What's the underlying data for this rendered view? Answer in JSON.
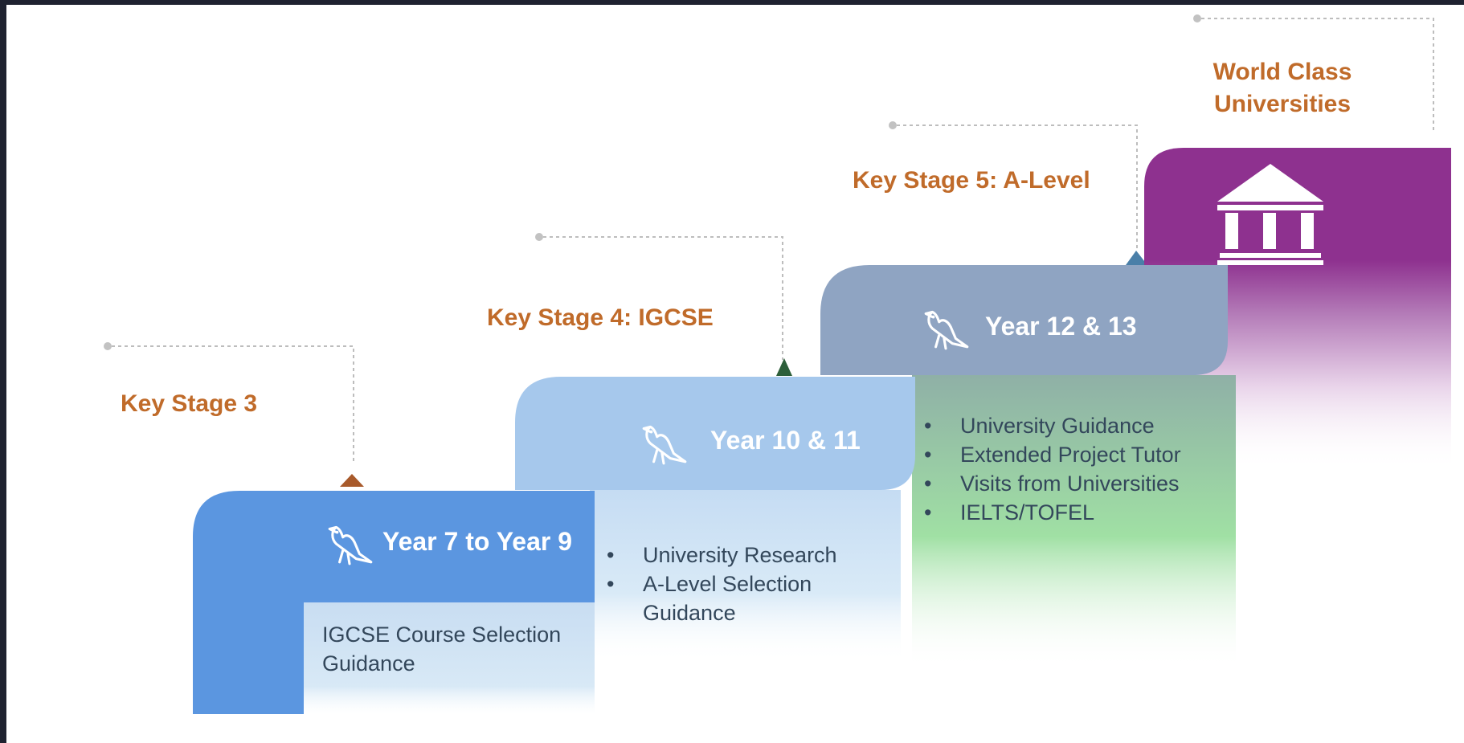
{
  "stages": [
    {
      "label": "Key Stage 3",
      "year": "Year 7 to Year 9",
      "items": [
        "IGCSE Course Selection Guidance"
      ],
      "color": "#5b96e0"
    },
    {
      "label": "Key Stage 4: IGCSE",
      "year": "Year 10 & 11",
      "items": [
        "University Research",
        "A-Level Selection Guidance"
      ],
      "color": "#a6c8ec"
    },
    {
      "label": "Key Stage 5: A-Level",
      "year": "Year 12 & 13",
      "items": [
        "University Guidance",
        "Extended Project Tutor",
        "Visits from Universities",
        "IELTS/TOFEL"
      ],
      "color": "#8fa4c2"
    }
  ],
  "destination": {
    "label_line1": "World Class",
    "label_line2": "Universities",
    "icon": "university-building-icon",
    "color": "#8e318f"
  },
  "icons": {
    "year_icon": "bird-icon"
  },
  "colors": {
    "label_text": "#c06b2a",
    "green_panel": "#9fdca3",
    "marker_ks3": "#a85a2b",
    "marker_ks4": "#2d5f3a",
    "marker_ks5": "#4a7fa8"
  }
}
